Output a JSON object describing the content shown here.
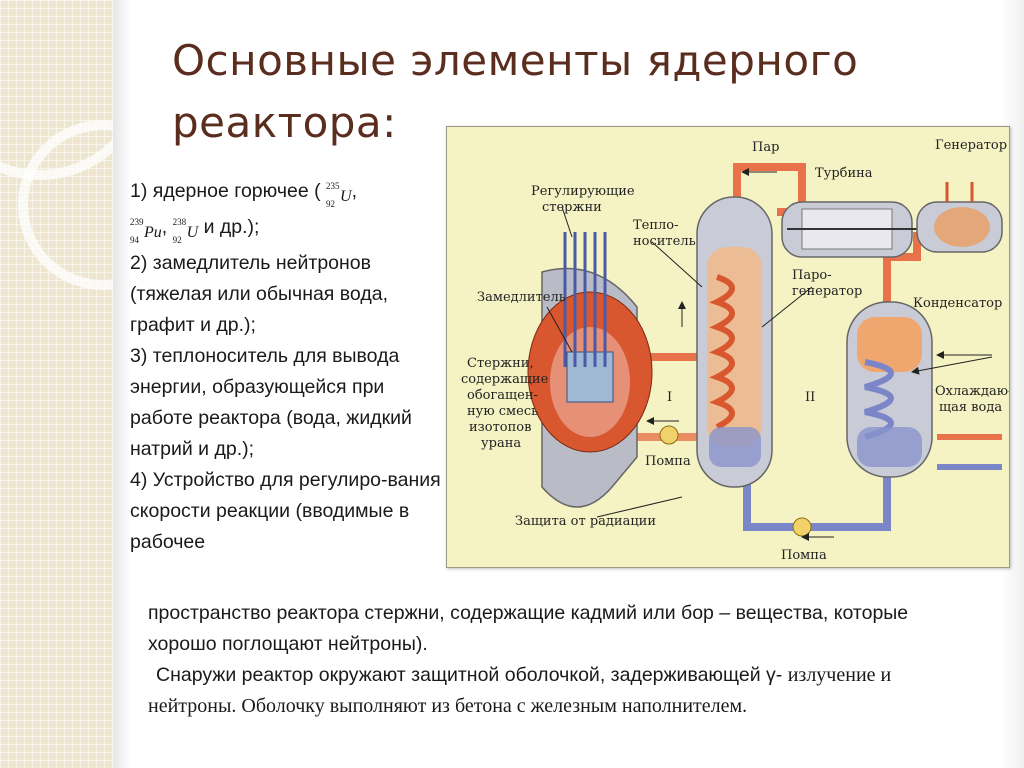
{
  "title": "Основные элементы ядерного реактора:",
  "list": {
    "item1_prefix": "1) ядерное горючее (",
    "item1_suffix": "и др.);",
    "iso_u235": {
      "mass": "235",
      "z": "92",
      "symbol": "U"
    },
    "iso_pu239": {
      "mass": "239",
      "z": "94",
      "symbol": "Pu"
    },
    "iso_u238": {
      "mass": "238",
      "z": "92",
      "symbol": "U"
    },
    "item2": "2) замедлитель нейтронов (тяжелая или обычная вода, графит и др.);",
    "item3": "3) теплоноситель для вывода энергии, образующейся при работе реактора (вода, жидкий натрий и др.);",
    "item4_start": "4) Устройство для регулиро-вания скорости реакции (вводимые в рабочее"
  },
  "continuation": "пространство реактора стержни, содержащие кадмий или бор – вещества, которые хорошо поглощают нейтроны).",
  "outer_shell_sans": "Снаружи реактор окружают защитной оболочкой, задерживающей γ-",
  "outer_shell_serif": "излучение и нейтроны. Оболочку выполняют из бетона с железным наполнителем.",
  "diagram": {
    "labels": {
      "par": "Пар",
      "turbina": "Турбина",
      "generator": "Генератор",
      "reg1": "Регулирующие",
      "reg2": "стержни",
      "teplo1": "Тепло-",
      "teplo2": "носитель",
      "paro1": "Паро-",
      "paro2": "генератор",
      "zamed": "Замедлитель",
      "kond": "Конденсатор",
      "rods1": "Стержни,",
      "rods2": "содержащие",
      "rods3": "обогащен-",
      "rods4": "ную смесь",
      "rods5": "изотопов",
      "rods6": "урана",
      "circuit1": "I",
      "circuit2": "II",
      "cool1": "Охлаждаю-",
      "cool2": "щая вода",
      "pump1": "Помпа",
      "shield": "Защита от радиации",
      "pump2": "Помпа"
    },
    "colors": {
      "background": "#f5f2c4",
      "hot": "#e8734a",
      "cold": "#7a86c8",
      "shell": "#b9bcc6",
      "core": "#d9572f"
    }
  }
}
